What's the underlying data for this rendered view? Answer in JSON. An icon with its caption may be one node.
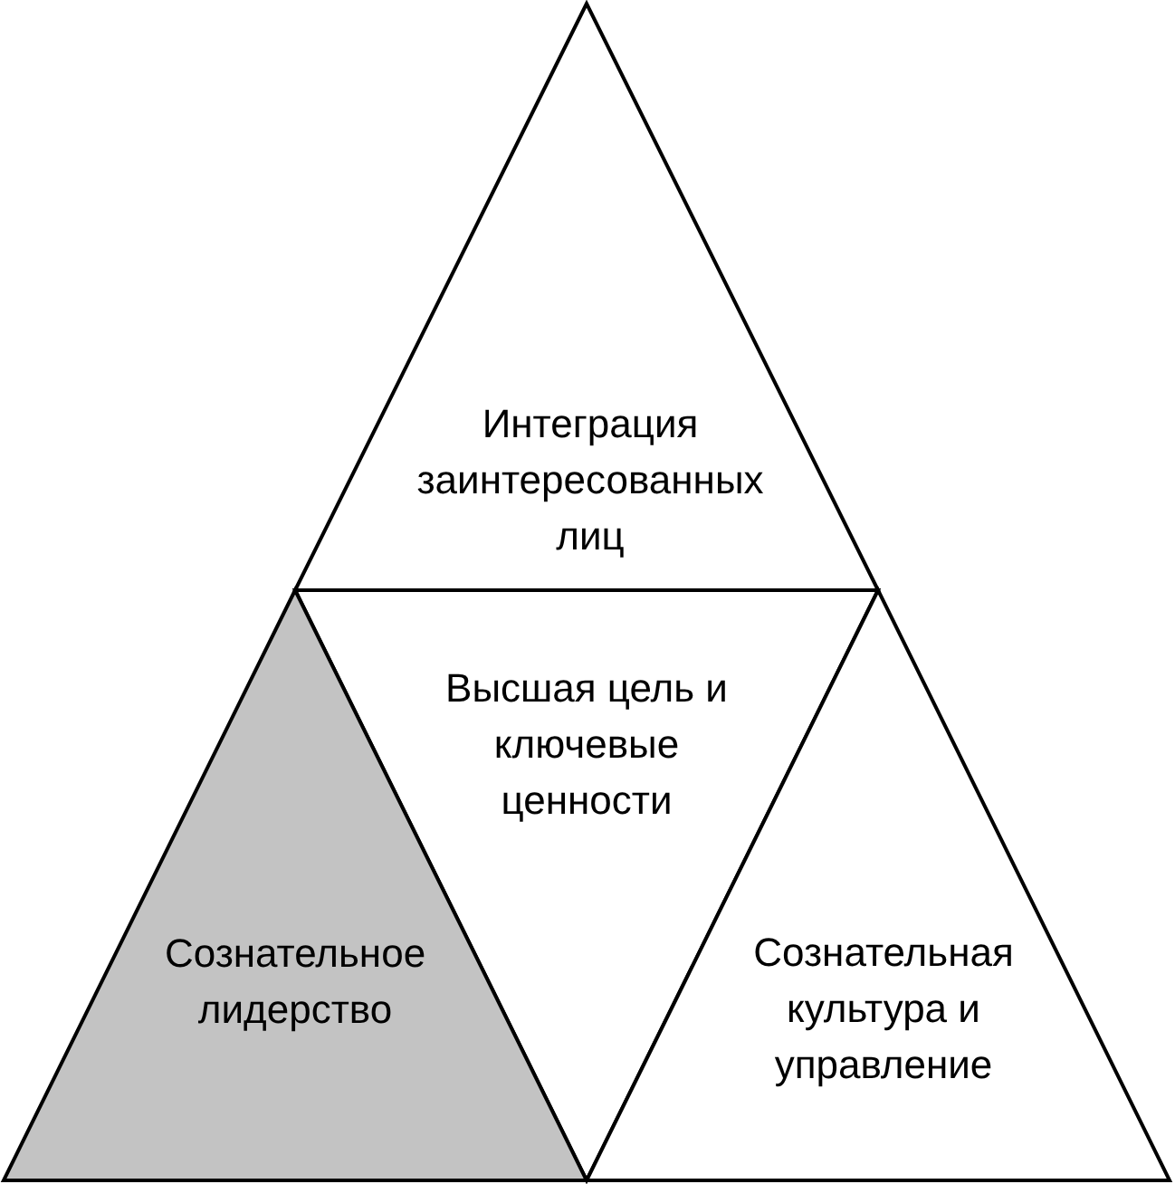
{
  "diagram": {
    "nodes": [
      {
        "text": [
          "Интеграция заинтересованных лиц"
        ]
      },
      {
        "text": [
          "Высшая цель и ключевые ценности"
        ]
      },
      {
        "text": [
          "Сознательное лидерство"
        ]
      },
      {
        "text": [
          "Сознательная культура и управление"
        ]
      }
    ]
  }
}
